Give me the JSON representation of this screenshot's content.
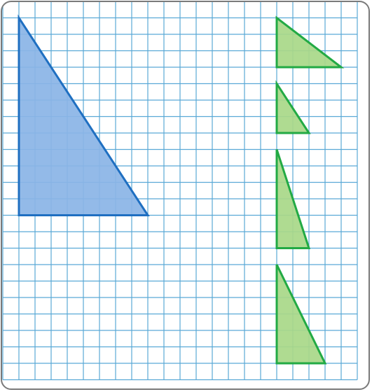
{
  "grid": {
    "columns": 22,
    "rows": 23,
    "line_color": "#5aa9d6",
    "frame_color": "#7a7a7a",
    "background": "#ffffff"
  },
  "figures": {
    "original": {
      "name": "blue-right-triangle",
      "vertices": [
        [
          1,
          1
        ],
        [
          1,
          13
        ],
        [
          9,
          13
        ]
      ],
      "fill": "#8ab4e6",
      "stroke": "#1f6fc1"
    },
    "candidates": [
      {
        "name": "green-triangle-1",
        "vertices": [
          [
            17,
            1
          ],
          [
            17,
            4
          ],
          [
            21,
            4
          ]
        ],
        "fill": "#a8d888",
        "stroke": "#22aa44"
      },
      {
        "name": "green-triangle-2",
        "vertices": [
          [
            17,
            5
          ],
          [
            17,
            8
          ],
          [
            19,
            8
          ]
        ],
        "fill": "#a8d888",
        "stroke": "#22aa44"
      },
      {
        "name": "green-triangle-3",
        "vertices": [
          [
            17,
            9
          ],
          [
            17,
            15
          ],
          [
            19,
            15
          ]
        ],
        "fill": "#a8d888",
        "stroke": "#22aa44"
      },
      {
        "name": "green-triangle-4",
        "vertices": [
          [
            17,
            16
          ],
          [
            17,
            22
          ],
          [
            20,
            22
          ]
        ],
        "fill": "#a8d888",
        "stroke": "#22aa44"
      }
    ]
  }
}
